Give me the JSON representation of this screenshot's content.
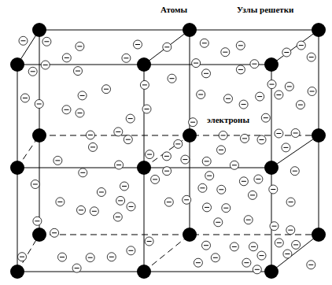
{
  "diagram": {
    "labels": [
      "Атомы",
      "Узлы решетки",
      "электроны"
    ]
  }
}
